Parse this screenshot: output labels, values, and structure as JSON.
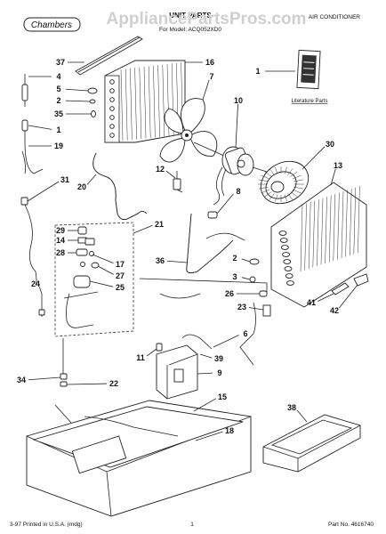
{
  "header": {
    "brand": "Chambers",
    "title": "UNIT PARTS",
    "model": "For Model: ACQ052XD0",
    "category": "AIR CONDITIONER",
    "watermark": "AppliancePartsPros.com"
  },
  "literature": {
    "label": "Literature Parts"
  },
  "callouts": [
    "37",
    "16",
    "7",
    "1",
    "4",
    "5",
    "2",
    "35",
    "1",
    "19",
    "10",
    "30",
    "12",
    "13",
    "31",
    "20",
    "8",
    "21",
    "29",
    "14",
    "28",
    "17",
    "27",
    "25",
    "36",
    "2",
    "24",
    "3",
    "26",
    "23",
    "41",
    "42",
    "6",
    "11",
    "39",
    "9",
    "34",
    "22",
    "15",
    "38",
    "18"
  ],
  "footer": {
    "left": "3-97 Printed in U.S.A. (mdg)",
    "center": "1",
    "right": "Part No. 4616740"
  }
}
